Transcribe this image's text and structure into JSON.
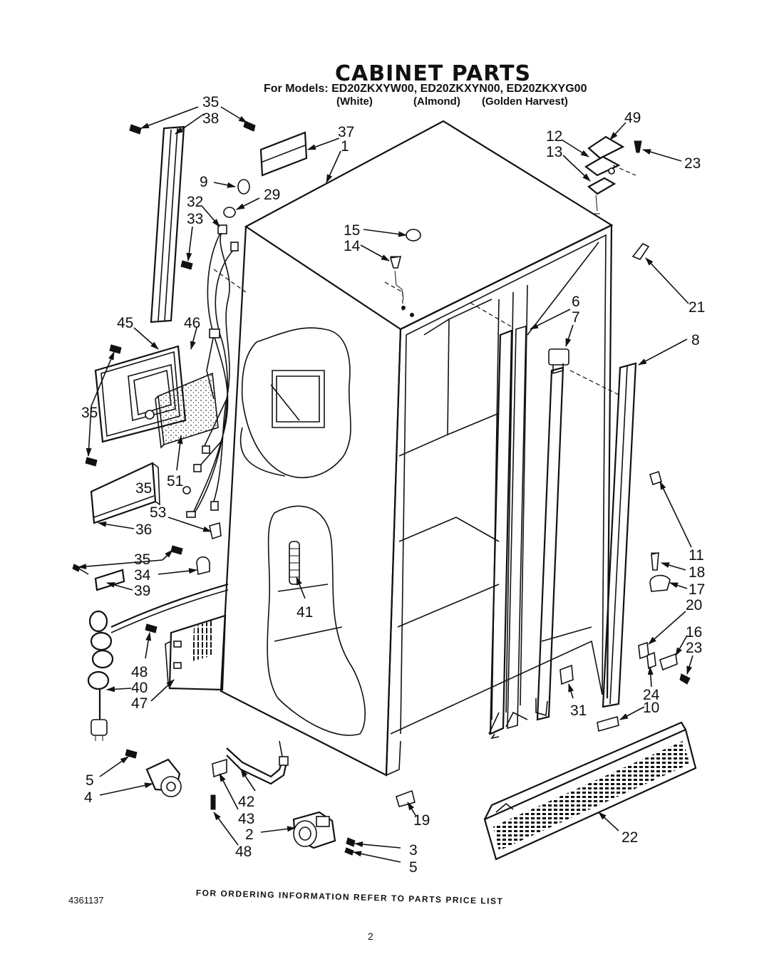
{
  "title": "CABINET PARTS",
  "models_line": "For Models: ED20ZKXYW00, ED20ZKXYN00, ED20ZKXYG00",
  "variants": [
    "(White)",
    "(Almond)",
    "(Golden Harvest)"
  ],
  "footer": "FOR ORDERING INFORMATION REFER TO PARTS PRICE LIST",
  "document_number": "4361137",
  "page_number": "2",
  "callouts": [
    "35",
    "38",
    "37",
    "1",
    "9",
    "29",
    "32",
    "33",
    "45",
    "46",
    "35",
    "51",
    "35",
    "53",
    "36",
    "35",
    "34",
    "39",
    "41",
    "48",
    "40",
    "47",
    "5",
    "4",
    "42",
    "43",
    "2",
    "48",
    "3",
    "5",
    "19",
    "22",
    "49",
    "12",
    "13",
    "23",
    "15",
    "14",
    "21",
    "6",
    "7",
    "8",
    "11",
    "18",
    "17",
    "20",
    "16",
    "23",
    "24",
    "31",
    "10"
  ]
}
